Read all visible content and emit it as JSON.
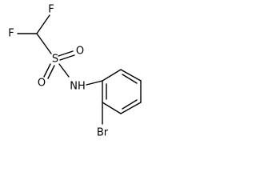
{
  "molecule": {
    "atoms": {
      "fluorine_top": "F",
      "fluorine_left": "F",
      "sulfur": "S",
      "oxygen_right": "O",
      "oxygen_bottom": "O",
      "amine": "NH",
      "bromine": "Br"
    }
  }
}
